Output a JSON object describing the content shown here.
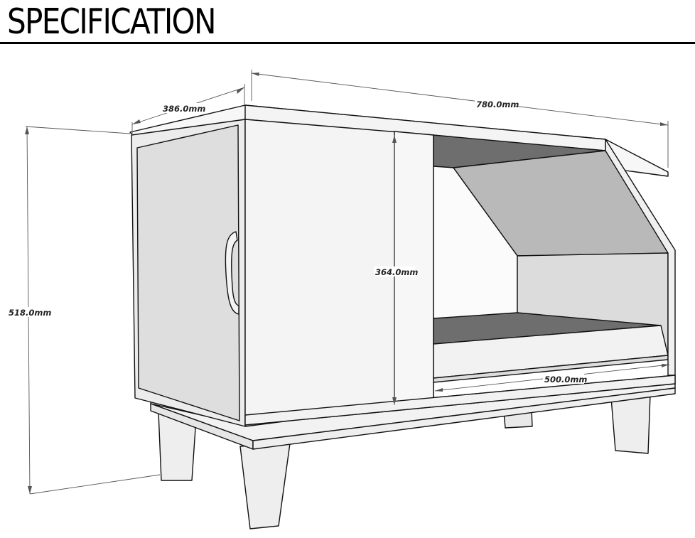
{
  "header": {
    "title": "SPECIFICATION"
  },
  "dimensions": {
    "depth": "386.0mm",
    "width": "780.0mm",
    "total_height": "518.0mm",
    "inner_height": "364.0mm",
    "opening_width": "500.0mm"
  },
  "colors": {
    "panel": "#f2f2f2",
    "dark_panel": "#6e6e6e",
    "mid_panel": "#b9b9b9",
    "light_panel": "#dcdcdc",
    "outline": "#111111"
  }
}
